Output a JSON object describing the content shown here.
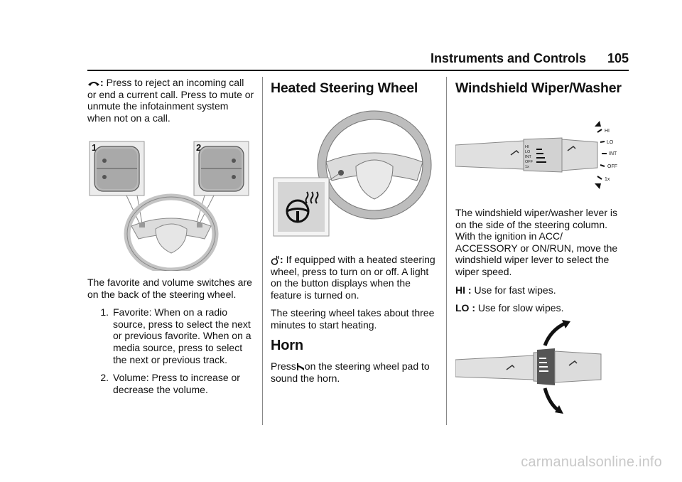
{
  "header": {
    "section": "Instruments and Controls",
    "page": "105"
  },
  "col1": {
    "intro_label": ":",
    "intro_text": "Press to reject an incoming call or end a current call. Press to mute or unmute the infotainment system when not on a call.",
    "fig_callouts": [
      "1",
      "2"
    ],
    "para": "The favorite and volume switches are on the back of the steering wheel.",
    "items": [
      {
        "num": "1.",
        "text": "Favorite: When on a radio source, press to select the next or previous favorite. When on a media source, press to select the next or previous track."
      },
      {
        "num": "2.",
        "text": "Volume: Press to increase or decrease the volume."
      }
    ]
  },
  "col2": {
    "heading": "Heated Steering Wheel",
    "heat_label": ":",
    "heat_text": "If equipped with a heated steering wheel, press to turn on or off. A light on the button displays when the feature is turned on.",
    "heat_para": "The steering wheel takes about three minutes to start heating.",
    "horn_heading": "Horn",
    "horn_pre": "Press",
    "horn_post": "on the steering wheel pad to sound the horn."
  },
  "col3": {
    "heading": "Windshield Wiper/Washer",
    "lever_labels": [
      "HI",
      "LO",
      "INT",
      "OFF",
      "1x"
    ],
    "stalk_labels": [
      "HI",
      "LO",
      "INT",
      "OFF",
      "1x"
    ],
    "para": "The windshield wiper/washer lever is on the side of the steering column. With the ignition in ACC/ ACCESSORY or ON/RUN, move the windshield wiper lever to select the wiper speed.",
    "hi_label": "HI :",
    "hi_text": "Use for fast wipes.",
    "lo_label": "LO :",
    "lo_text": "Use for slow wipes."
  },
  "watermark": "carmanualsonline.info"
}
